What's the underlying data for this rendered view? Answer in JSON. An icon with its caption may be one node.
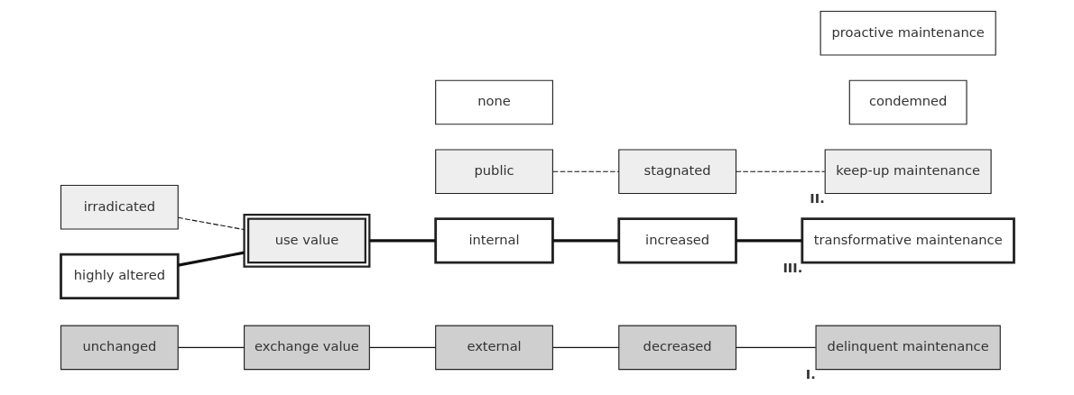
{
  "diagram": {
    "nodes": [
      {
        "text": [
          "unchanged"
        ]
      },
      {
        "text": [
          "irradicated"
        ]
      },
      {
        "text": [
          "highly altered"
        ]
      },
      {
        "text": [
          "use value"
        ]
      },
      {
        "text": [
          "exchange value"
        ]
      },
      {
        "text": [
          "internal"
        ]
      },
      {
        "text": [
          "external"
        ]
      },
      {
        "text": [
          "public"
        ]
      },
      {
        "text": [
          "none"
        ]
      },
      {
        "text": [
          "stagnated"
        ]
      },
      {
        "text": [
          "decreased"
        ]
      },
      {
        "text": [
          "increased"
        ]
      },
      {
        "text": [
          "condemned"
        ]
      },
      {
        "text": [
          "delinquent maintenance"
        ],
        "beside": [
          "I."
        ]
      },
      {
        "text": [
          "keep-up maintenance"
        ],
        "beside": [
          "II."
        ]
      },
      {
        "text": [
          "proactive maintenance"
        ]
      },
      {
        "text": [
          "transformative maintenance"
        ],
        "beside": [
          "III."
        ]
      }
    ],
    "edges": [
      {
        "from": 0,
        "to": 4,
        "arrow": "none"
      },
      {
        "from": 1,
        "to": 3,
        "arrow": "none",
        "style": "dashed"
      },
      {
        "from": 2,
        "to": 3,
        "arrow": "none",
        "style": "thick"
      },
      {
        "from": 3,
        "to": 5,
        "arrow": "none",
        "style": "thick"
      },
      {
        "from": 4,
        "to": 6,
        "arrow": "none"
      },
      {
        "from": 5,
        "to": 11,
        "arrow": "none",
        "style": "thick"
      },
      {
        "from": 6,
        "to": 10,
        "arrow": "none"
      },
      {
        "from": 7,
        "to": 9,
        "arrow": "none",
        "style": "dashed"
      },
      {
        "from": 9,
        "to": 14,
        "arrow": "none",
        "style": "dashed"
      },
      {
        "from": 10,
        "to": 13,
        "arrow": "none"
      },
      {
        "from": 11,
        "to": 16,
        "arrow": "none",
        "style": "thick"
      }
    ]
  }
}
